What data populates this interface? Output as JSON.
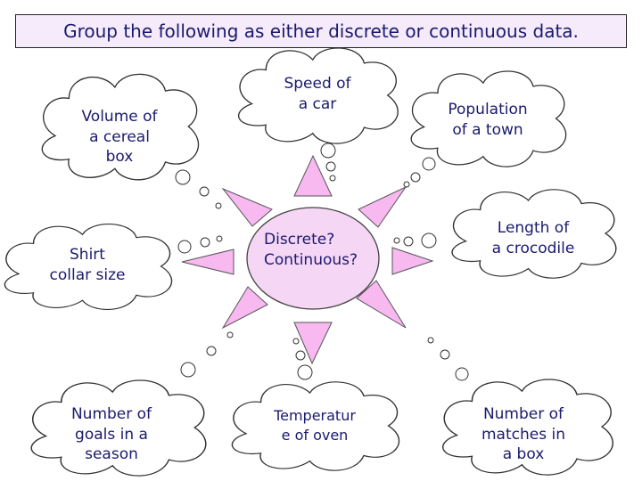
{
  "title": "Group the following as either discrete or continuous data.",
  "center": {
    "line1": "Discrete?",
    "line2": "Continuous?"
  },
  "clouds": {
    "speed": "Speed of\na car",
    "volume": "Volume of\na cereal\nbox",
    "population": "Population\nof a town",
    "crocodile": "Length of\na crocodile",
    "shirt": "Shirt\ncollar size",
    "goals": "Number of\ngoals in a\nseason",
    "temperature": "Temperatur\ne of oven",
    "matches": "Number of\nmatches in\na box"
  },
  "colors": {
    "text": "#1a1a6e",
    "ray_fill": "#f7b9f0",
    "center_fill": "#f6d6f5",
    "title_fill": "#f6ebfb"
  }
}
